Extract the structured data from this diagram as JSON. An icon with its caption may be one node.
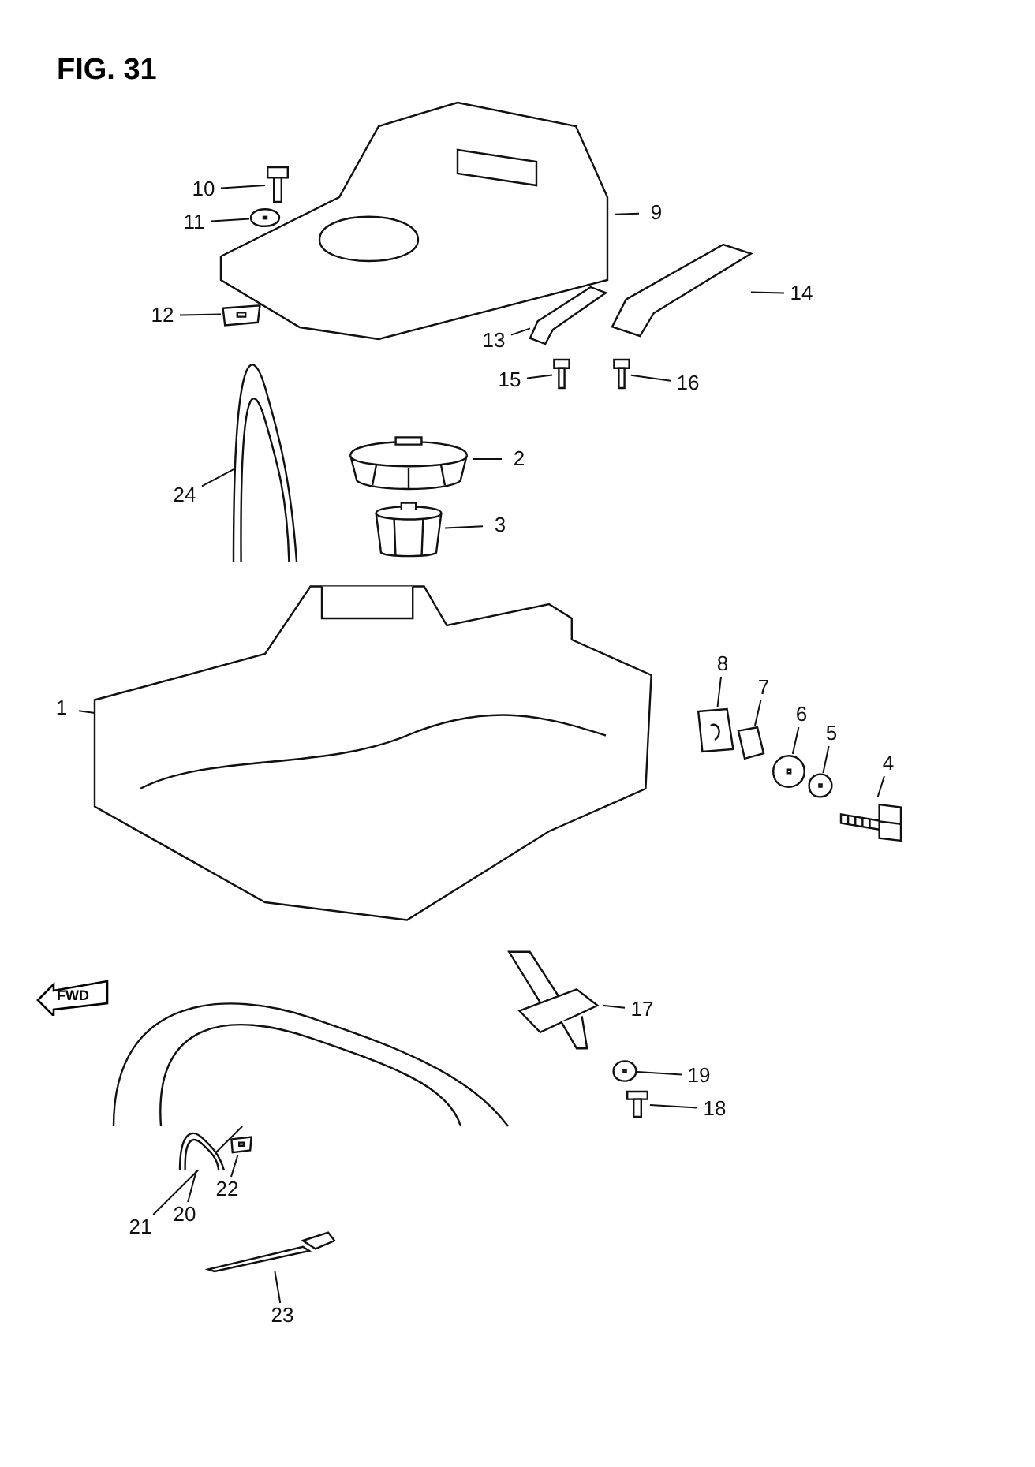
{
  "diagram": {
    "title": "FIG. 31",
    "nodes": [
      {
        "text": [
          "1"
        ]
      },
      {
        "text": [
          "2"
        ]
      },
      {
        "text": [
          "3"
        ]
      },
      {
        "text": [
          "4"
        ]
      },
      {
        "text": [
          "5"
        ]
      },
      {
        "text": [
          "6"
        ]
      },
      {
        "text": [
          "7"
        ]
      },
      {
        "text": [
          "8"
        ]
      },
      {
        "text": [
          "9"
        ]
      },
      {
        "text": [
          "10"
        ]
      },
      {
        "text": [
          "11"
        ]
      },
      {
        "text": [
          "12"
        ]
      },
      {
        "text": [
          "13"
        ]
      },
      {
        "text": [
          "14"
        ]
      },
      {
        "text": [
          "15"
        ]
      },
      {
        "text": [
          "16"
        ]
      },
      {
        "text": [
          "17"
        ]
      },
      {
        "text": [
          "18"
        ]
      },
      {
        "text": [
          "19"
        ]
      },
      {
        "text": [
          "20"
        ]
      },
      {
        "text": [
          "21"
        ]
      },
      {
        "text": [
          "22"
        ]
      },
      {
        "text": [
          "23"
        ]
      },
      {
        "text": [
          "24"
        ]
      },
      {
        "text": [],
        "shape": "picture"
      },
      {
        "text": [],
        "shape": "picture"
      },
      {
        "text": [],
        "shape": "picture"
      },
      {
        "text": [],
        "shape": "picture"
      },
      {
        "text": [],
        "shape": "picture"
      },
      {
        "text": [],
        "shape": "picture"
      },
      {
        "text": [],
        "shape": "picture"
      },
      {
        "text": [],
        "shape": "picture"
      },
      {
        "text": [],
        "shape": "picture"
      },
      {
        "text": [],
        "shape": "picture"
      },
      {
        "text": [],
        "shape": "picture"
      },
      {
        "text": [],
        "shape": "picture"
      },
      {
        "text": [],
        "shape": "picture"
      },
      {
        "text": [],
        "shape": "picture"
      },
      {
        "text": [],
        "shape": "picture"
      },
      {
        "text": [],
        "shape": "picture"
      },
      {
        "text": [],
        "shape": "picture"
      },
      {
        "text": [],
        "shape": "picture"
      },
      {
        "text": [],
        "shape": "picture"
      },
      {
        "text": [],
        "shape": "picture"
      },
      {
        "text": [],
        "shape": "picture"
      },
      {
        "text": [],
        "shape": "picture"
      },
      {
        "text": [],
        "shape": "picture"
      },
      {
        "text": [],
        "shape": "picture"
      }
    ],
    "edges": [
      {
        "from": 0,
        "to": 24,
        "arrow": "none"
      },
      {
        "from": 1,
        "to": 25,
        "arrow": "none"
      },
      {
        "from": 2,
        "to": 26,
        "arrow": "none"
      },
      {
        "from": 3,
        "to": 27,
        "arrow": "none"
      },
      {
        "from": 4,
        "to": 28,
        "arrow": "none"
      },
      {
        "from": 5,
        "to": 29,
        "arrow": "none"
      },
      {
        "from": 6,
        "to": 30,
        "arrow": "none"
      },
      {
        "from": 7,
        "to": 31,
        "arrow": "none"
      },
      {
        "from": 8,
        "to": 32,
        "arrow": "none"
      },
      {
        "from": 9,
        "to": 33,
        "arrow": "none"
      },
      {
        "from": 10,
        "to": 34,
        "arrow": "none"
      },
      {
        "from": 11,
        "to": 35,
        "arrow": "none"
      },
      {
        "from": 12,
        "to": 36,
        "arrow": "none"
      },
      {
        "from": 13,
        "to": 37,
        "arrow": "none"
      },
      {
        "from": 14,
        "to": 38,
        "arrow": "none"
      },
      {
        "from": 15,
        "to": 39,
        "arrow": "none"
      },
      {
        "from": 16,
        "to": 40,
        "arrow": "none"
      },
      {
        "from": 17,
        "to": 41,
        "arrow": "none"
      },
      {
        "from": 18,
        "to": 42,
        "arrow": "none"
      },
      {
        "from": 19,
        "to": 43,
        "arrow": "none"
      },
      {
        "from": 20,
        "to": 44,
        "arrow": "none"
      },
      {
        "from": 21,
        "to": 45,
        "arrow": "none"
      },
      {
        "from": 22,
        "to": 46,
        "arrow": "none"
      },
      {
        "from": 23,
        "to": 47,
        "arrow": "none"
      }
    ],
    "labels": [
      "FWD"
    ]
  }
}
